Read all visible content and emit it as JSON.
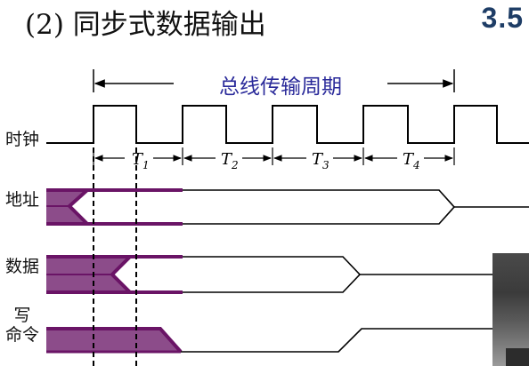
{
  "title": "(2) 同步式数据输出",
  "section_number": "3.5",
  "bus_cycle_label": "总线传输周期",
  "signals": {
    "clock": "时钟",
    "address": "地址",
    "data": "数据",
    "write_line1": "写",
    "write_line2": "命令"
  },
  "period_labels": [
    {
      "letter": "T",
      "sub": "1"
    },
    {
      "letter": "T",
      "sub": "2"
    },
    {
      "letter": "T",
      "sub": "3"
    },
    {
      "letter": "T",
      "sub": "4"
    }
  ],
  "colors": {
    "signal_fill": "#8c4c8a",
    "signal_stroke": "#6a1466",
    "line": "#000000",
    "arrow_text": "#2a2a9a"
  }
}
